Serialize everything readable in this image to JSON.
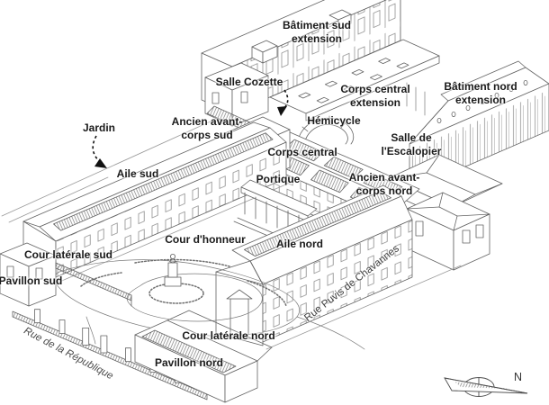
{
  "figure": {
    "background_color": "#ffffff",
    "ink_color": "#5f5f5f",
    "label_color": "#1a1a1a",
    "description": "Axonometric line drawing of a museum building complex with labelled parts"
  },
  "labels": {
    "batiment_sud_extension": {
      "line1": "Bâtiment sud",
      "line2": "extension"
    },
    "salle_cozette": {
      "text": "Salle Cozette"
    },
    "corps_central_extension": {
      "line1": "Corps central",
      "line2": "extension"
    },
    "batiment_nord_extension": {
      "line1": "Bâtiment nord",
      "line2": "extension"
    },
    "hemicycle": {
      "text": "Hémicycle"
    },
    "jardin": {
      "text": "Jardin"
    },
    "ancien_avant_corps_sud": {
      "line1": "Ancien avant-",
      "line2": "corps sud"
    },
    "corps_central": {
      "text": "Corps central"
    },
    "salle_escalopier": {
      "line1": "Salle de",
      "line2": "l'Escalopier"
    },
    "portique": {
      "text": "Portique"
    },
    "ancien_avant_corps_nord": {
      "line1": "Ancien avant-",
      "line2": "corps nord"
    },
    "aile_sud": {
      "text": "Aile sud"
    },
    "cour_honneur": {
      "text": "Cour d'honneur"
    },
    "aile_nord": {
      "text": "Aile nord"
    },
    "cour_laterale_sud": {
      "text": "Cour latérale sud"
    },
    "pavillon_sud": {
      "text": "Pavillon sud"
    },
    "cour_laterale_nord": {
      "text": "Cour latérale nord"
    },
    "pavillon_nord": {
      "text": "Pavillon nord"
    }
  },
  "streets": {
    "rue_republique": "Rue de la République",
    "rue_puvis": "Rue Puvis de Chavannes"
  },
  "compass": {
    "north_label": "N"
  }
}
